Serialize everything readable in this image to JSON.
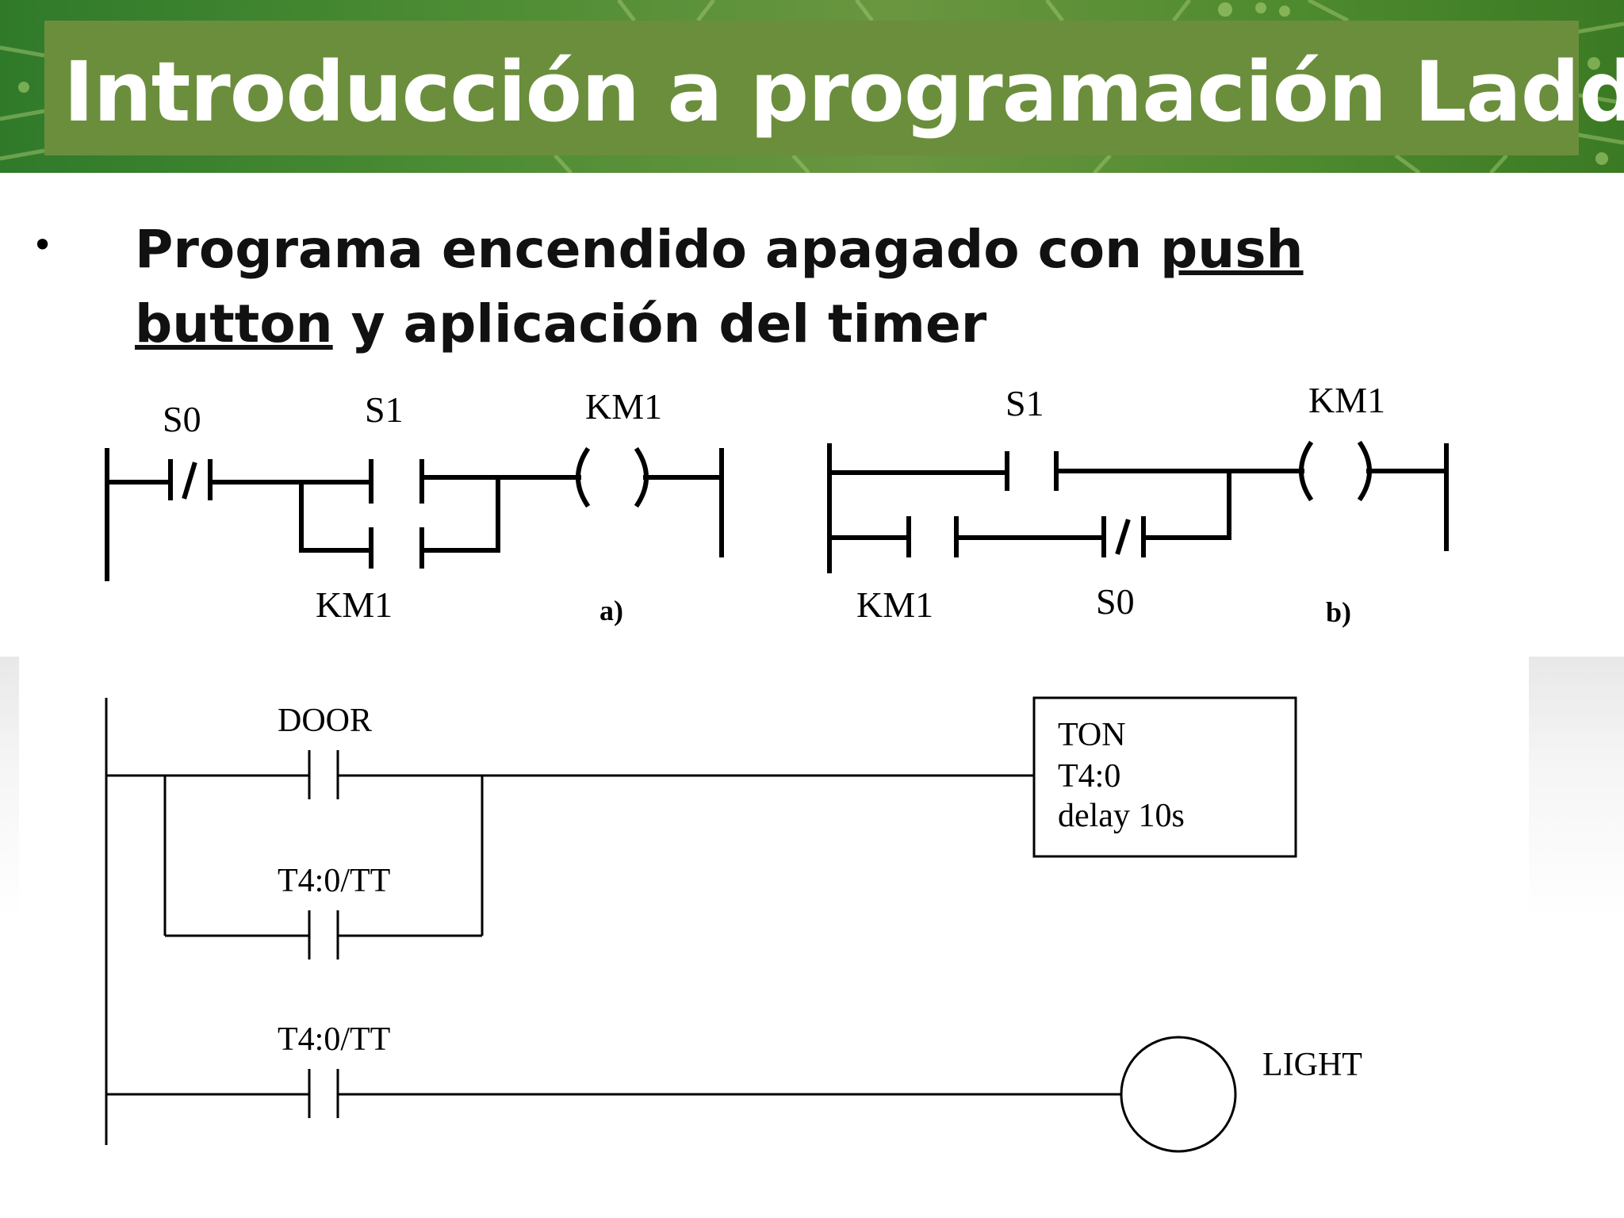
{
  "slide": {
    "title": "Introducción a programación Ladder",
    "bullet_marker": "•",
    "bullet_text_before": "Programa encendido apagado con ",
    "bullet_text_link": "push button",
    "bullet_text_after": " y aplicación del timer"
  },
  "diagram_a": {
    "labels": {
      "s0": "S0",
      "s1": "S1",
      "km1_coil": "KM1",
      "km1_contact": "KM1",
      "caption": "a)"
    }
  },
  "diagram_b": {
    "labels": {
      "s1": "S1",
      "km1_coil": "KM1",
      "km1_contact": "KM1",
      "s0": "S0",
      "caption": "b)"
    }
  },
  "timer_diagram": {
    "labels": {
      "door": "DOOR",
      "tt_branch": "T4:0/TT",
      "tt_rung2": "T4:0/TT",
      "light": "LIGHT",
      "timer_type": "TON",
      "timer_addr": "T4:0",
      "timer_delay": "delay 10s"
    }
  }
}
